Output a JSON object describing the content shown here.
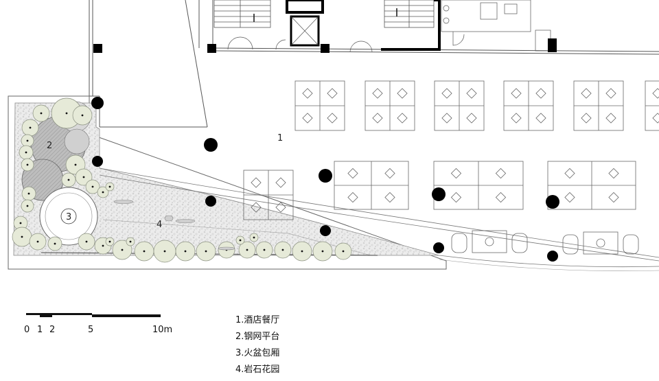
{
  "plan": {
    "zone_numbers": [
      {
        "id": "zone-1",
        "text": "1"
      },
      {
        "id": "zone-2",
        "text": "2"
      },
      {
        "id": "zone-3",
        "text": "3"
      },
      {
        "id": "zone-4",
        "text": "4"
      }
    ]
  },
  "scale_bar": {
    "ticks": [
      "0",
      "1",
      "2",
      "5",
      "10m"
    ]
  },
  "legend": {
    "items": [
      "1.酒店餐厅",
      "2.钢网平台",
      "3.火盆包厢",
      "4.岩石花园"
    ]
  },
  "colors": {
    "line": "#444444",
    "wall": "#000000",
    "gravel": "#ececec",
    "tree_fill": "#e6ead8",
    "platform": "#b3b3b3"
  }
}
